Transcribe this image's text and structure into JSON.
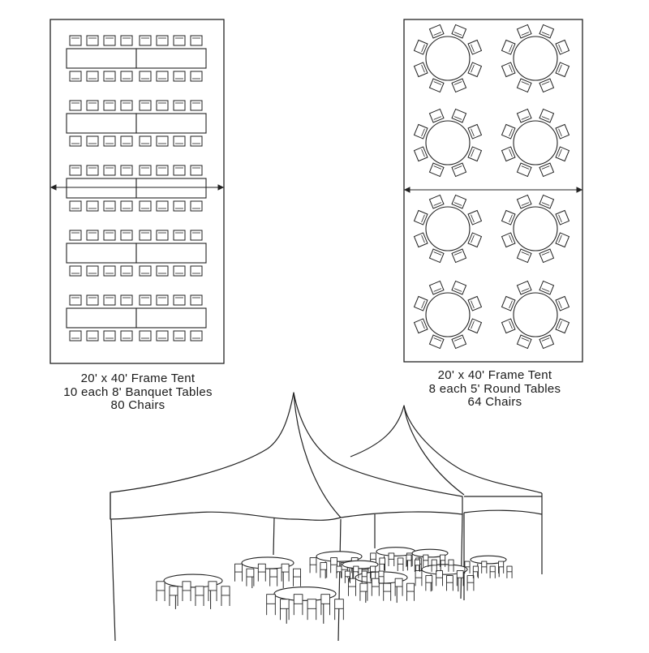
{
  "layouts": [
    {
      "id": "banquet",
      "caption": [
        "20' x 40' Frame Tent",
        "10 each 8' Banquet Tables",
        "80 Chairs"
      ],
      "table_shape": "rectangle",
      "table_rows": 5,
      "tables_per_row": 2,
      "chairs_per_table_side": 4
    },
    {
      "id": "round",
      "caption": [
        "20' x 40' Frame Tent",
        "8 each 5' Round Tables",
        "64 Chairs"
      ],
      "table_shape": "circle",
      "table_rows": 4,
      "tables_per_row": 2,
      "chairs_per_table": 8
    }
  ],
  "illustration": {
    "subject": "two high-peak frame tents with round tables and chairs",
    "line_color": "#222222"
  }
}
